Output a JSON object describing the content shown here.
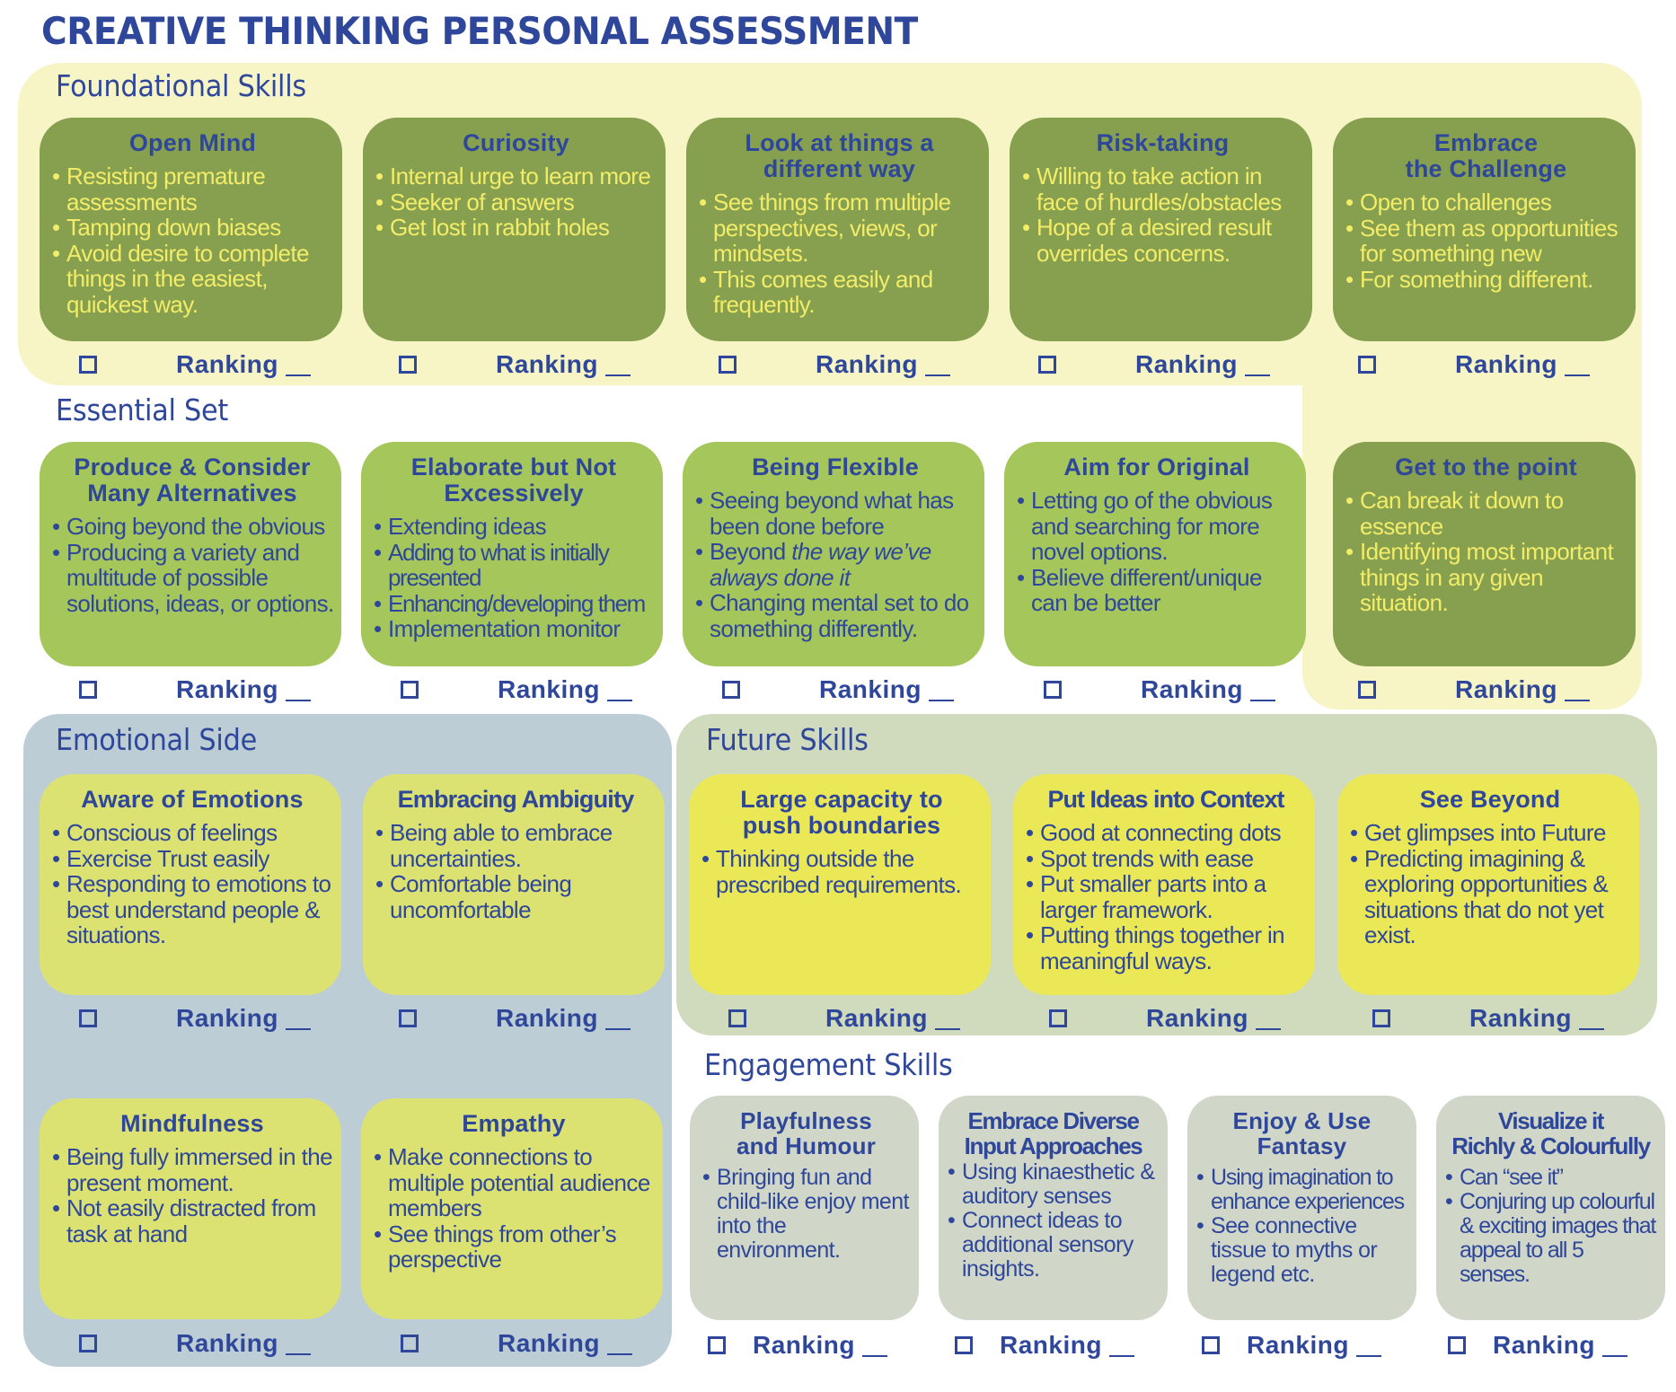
{
  "page_title": "CREATIVE THINKING PERSONAL ASSESSMENT",
  "ranking_label": "Ranking",
  "colors": {
    "text_blue": "#2F479A",
    "foundational_bg": "#F7F5C6",
    "dark_green_card": "#86A04F",
    "lime_card": "#A4C65A",
    "emotional_bg": "#BCCDD6",
    "emotional_card": "#DCE272",
    "future_bg": "#D0DABD",
    "future_card": "#EBE857",
    "engagement_card": "#D0D6C8",
    "light_text": "#F2EC68"
  },
  "sections": {
    "foundational": {
      "title": "Foundational Skills",
      "cards": [
        {
          "title": "Open Mind",
          "bullets": [
            "Resisting premature assessments",
            "Tamping down biases",
            "Avoid desire to complete things in the easiest, quickest way."
          ]
        },
        {
          "title": "Curiosity",
          "bullets": [
            "Internal urge to learn more",
            "Seeker of answers",
            "Get lost in rabbit holes"
          ]
        },
        {
          "title": "Look at things a\ndifferent way",
          "bullets": [
            "See things from multiple perspectives, views, or mindsets.",
            "This comes easily and frequently."
          ]
        },
        {
          "title": "Risk-taking",
          "bullets": [
            "Willing to take action in face of hurdles/obstacles",
            "Hope of a desired result overrides concerns."
          ]
        },
        {
          "title": "Embrace\nthe Challenge",
          "bullets": [
            "Open to challenges",
            "See them as opportunities for something new",
            "For something different."
          ]
        }
      ]
    },
    "essential": {
      "title": "Essential Set",
      "cards": [
        {
          "title": "Produce & Consider\nMany Alternatives",
          "bullets": [
            "Going beyond the obvious",
            "Producing a variety and multitude of possible solutions, ideas, or options."
          ]
        },
        {
          "title": "Elaborate but Not\nExcessively",
          "bullets": [
            "Extending ideas",
            "Adding to what is initially presented",
            "Enhancing/developing them",
            "Implementation monitor"
          ]
        },
        {
          "title": "Being Flexible",
          "bullets": [
            "Seeing beyond what has been done before",
            "Beyond the way we’ve always done it",
            "Changing mental set to do something differently."
          ],
          "italic_phrase": "the way we’ve always done it"
        },
        {
          "title": "Aim for Original",
          "bullets": [
            "Letting go of the obvious and searching for more novel options.",
            "Believe different/unique can be better"
          ]
        },
        {
          "title": "Get to the point",
          "bullets": [
            "Can break it down to essence",
            "Identifying most important things in any given situation."
          ]
        }
      ]
    },
    "emotional": {
      "title": "Emotional Side",
      "cards": [
        {
          "title": "Aware of Emotions",
          "bullets": [
            "Conscious of feelings",
            "Exercise Trust easily",
            "Responding to emotions to best understand people & situations."
          ]
        },
        {
          "title": "Embracing Ambiguity",
          "bullets": [
            "Being able to embrace uncertainties.",
            "Comfortable being uncomfortable"
          ]
        },
        {
          "title": "Mindfulness",
          "bullets": [
            "Being fully immersed in the present moment.",
            "Not easily distracted from task at hand"
          ]
        },
        {
          "title": "Empathy",
          "bullets": [
            "Make connections to multiple potential audience members",
            "See things from other’s perspective"
          ]
        }
      ]
    },
    "future": {
      "title": "Future Skills",
      "cards": [
        {
          "title": "Large capacity to\npush boundaries",
          "bullets": [
            "Thinking outside the prescribed requirements."
          ]
        },
        {
          "title": "Put Ideas into Context",
          "bullets": [
            "Good at connecting dots",
            "Spot trends with ease",
            "Put smaller parts into a larger framework.",
            "Putting things together in meaningful ways."
          ]
        },
        {
          "title": "See Beyond",
          "bullets": [
            "Get glimpses into Future",
            "Predicting imagining & exploring opportunities & situations that do not yet exist."
          ]
        }
      ]
    },
    "engagement": {
      "title": "Engagement Skills",
      "cards": [
        {
          "title": "Playfulness\nand Humour",
          "bullets": [
            "Bringing fun and child-like enjoy ment into the environment."
          ]
        },
        {
          "title": "Embrace Diverse\nInput Approaches",
          "bullets": [
            "Using kinaesthetic & auditory senses",
            "Connect ideas to additional sensory insights."
          ]
        },
        {
          "title": "Enjoy & Use\nFantasy",
          "bullets": [
            "Using imagination to enhance experiences",
            "See connective tissue to myths or legend etc."
          ]
        },
        {
          "title": "Visualize it\nRichly & Colourfully",
          "bullets": [
            "Can “see it”",
            "Conjuring up colourful & exciting images that appeal to all 5 senses."
          ]
        }
      ]
    }
  }
}
